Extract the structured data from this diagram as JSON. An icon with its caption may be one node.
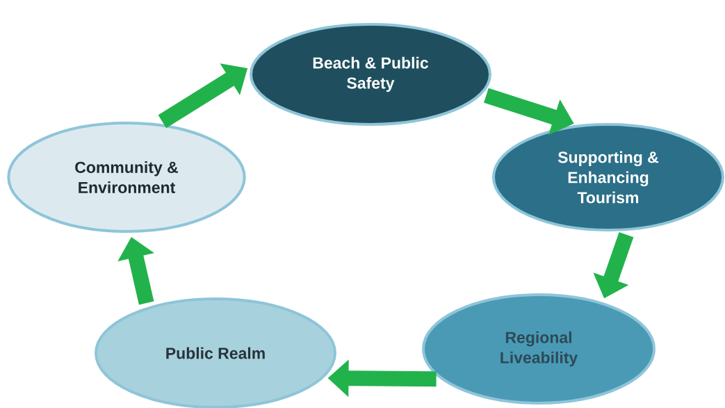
{
  "diagram": {
    "nodes": [
      {
        "text": [
          "Beach & Public Safety"
        ]
      },
      {
        "text": [
          "Supporting & Enhancing Tourism"
        ]
      },
      {
        "text": [
          "Regional Liveability"
        ]
      },
      {
        "text": [
          "Public Realm"
        ]
      },
      {
        "text": [
          "Community & Environment"
        ]
      }
    ],
    "edges": [
      {
        "from": 0,
        "to": 1,
        "arrow": "to"
      },
      {
        "from": 1,
        "to": 2,
        "arrow": "to"
      },
      {
        "from": 2,
        "to": 3,
        "arrow": "to"
      },
      {
        "from": 3,
        "to": 4,
        "arrow": "to"
      },
      {
        "from": 4,
        "to": 0,
        "arrow": "to"
      }
    ]
  }
}
